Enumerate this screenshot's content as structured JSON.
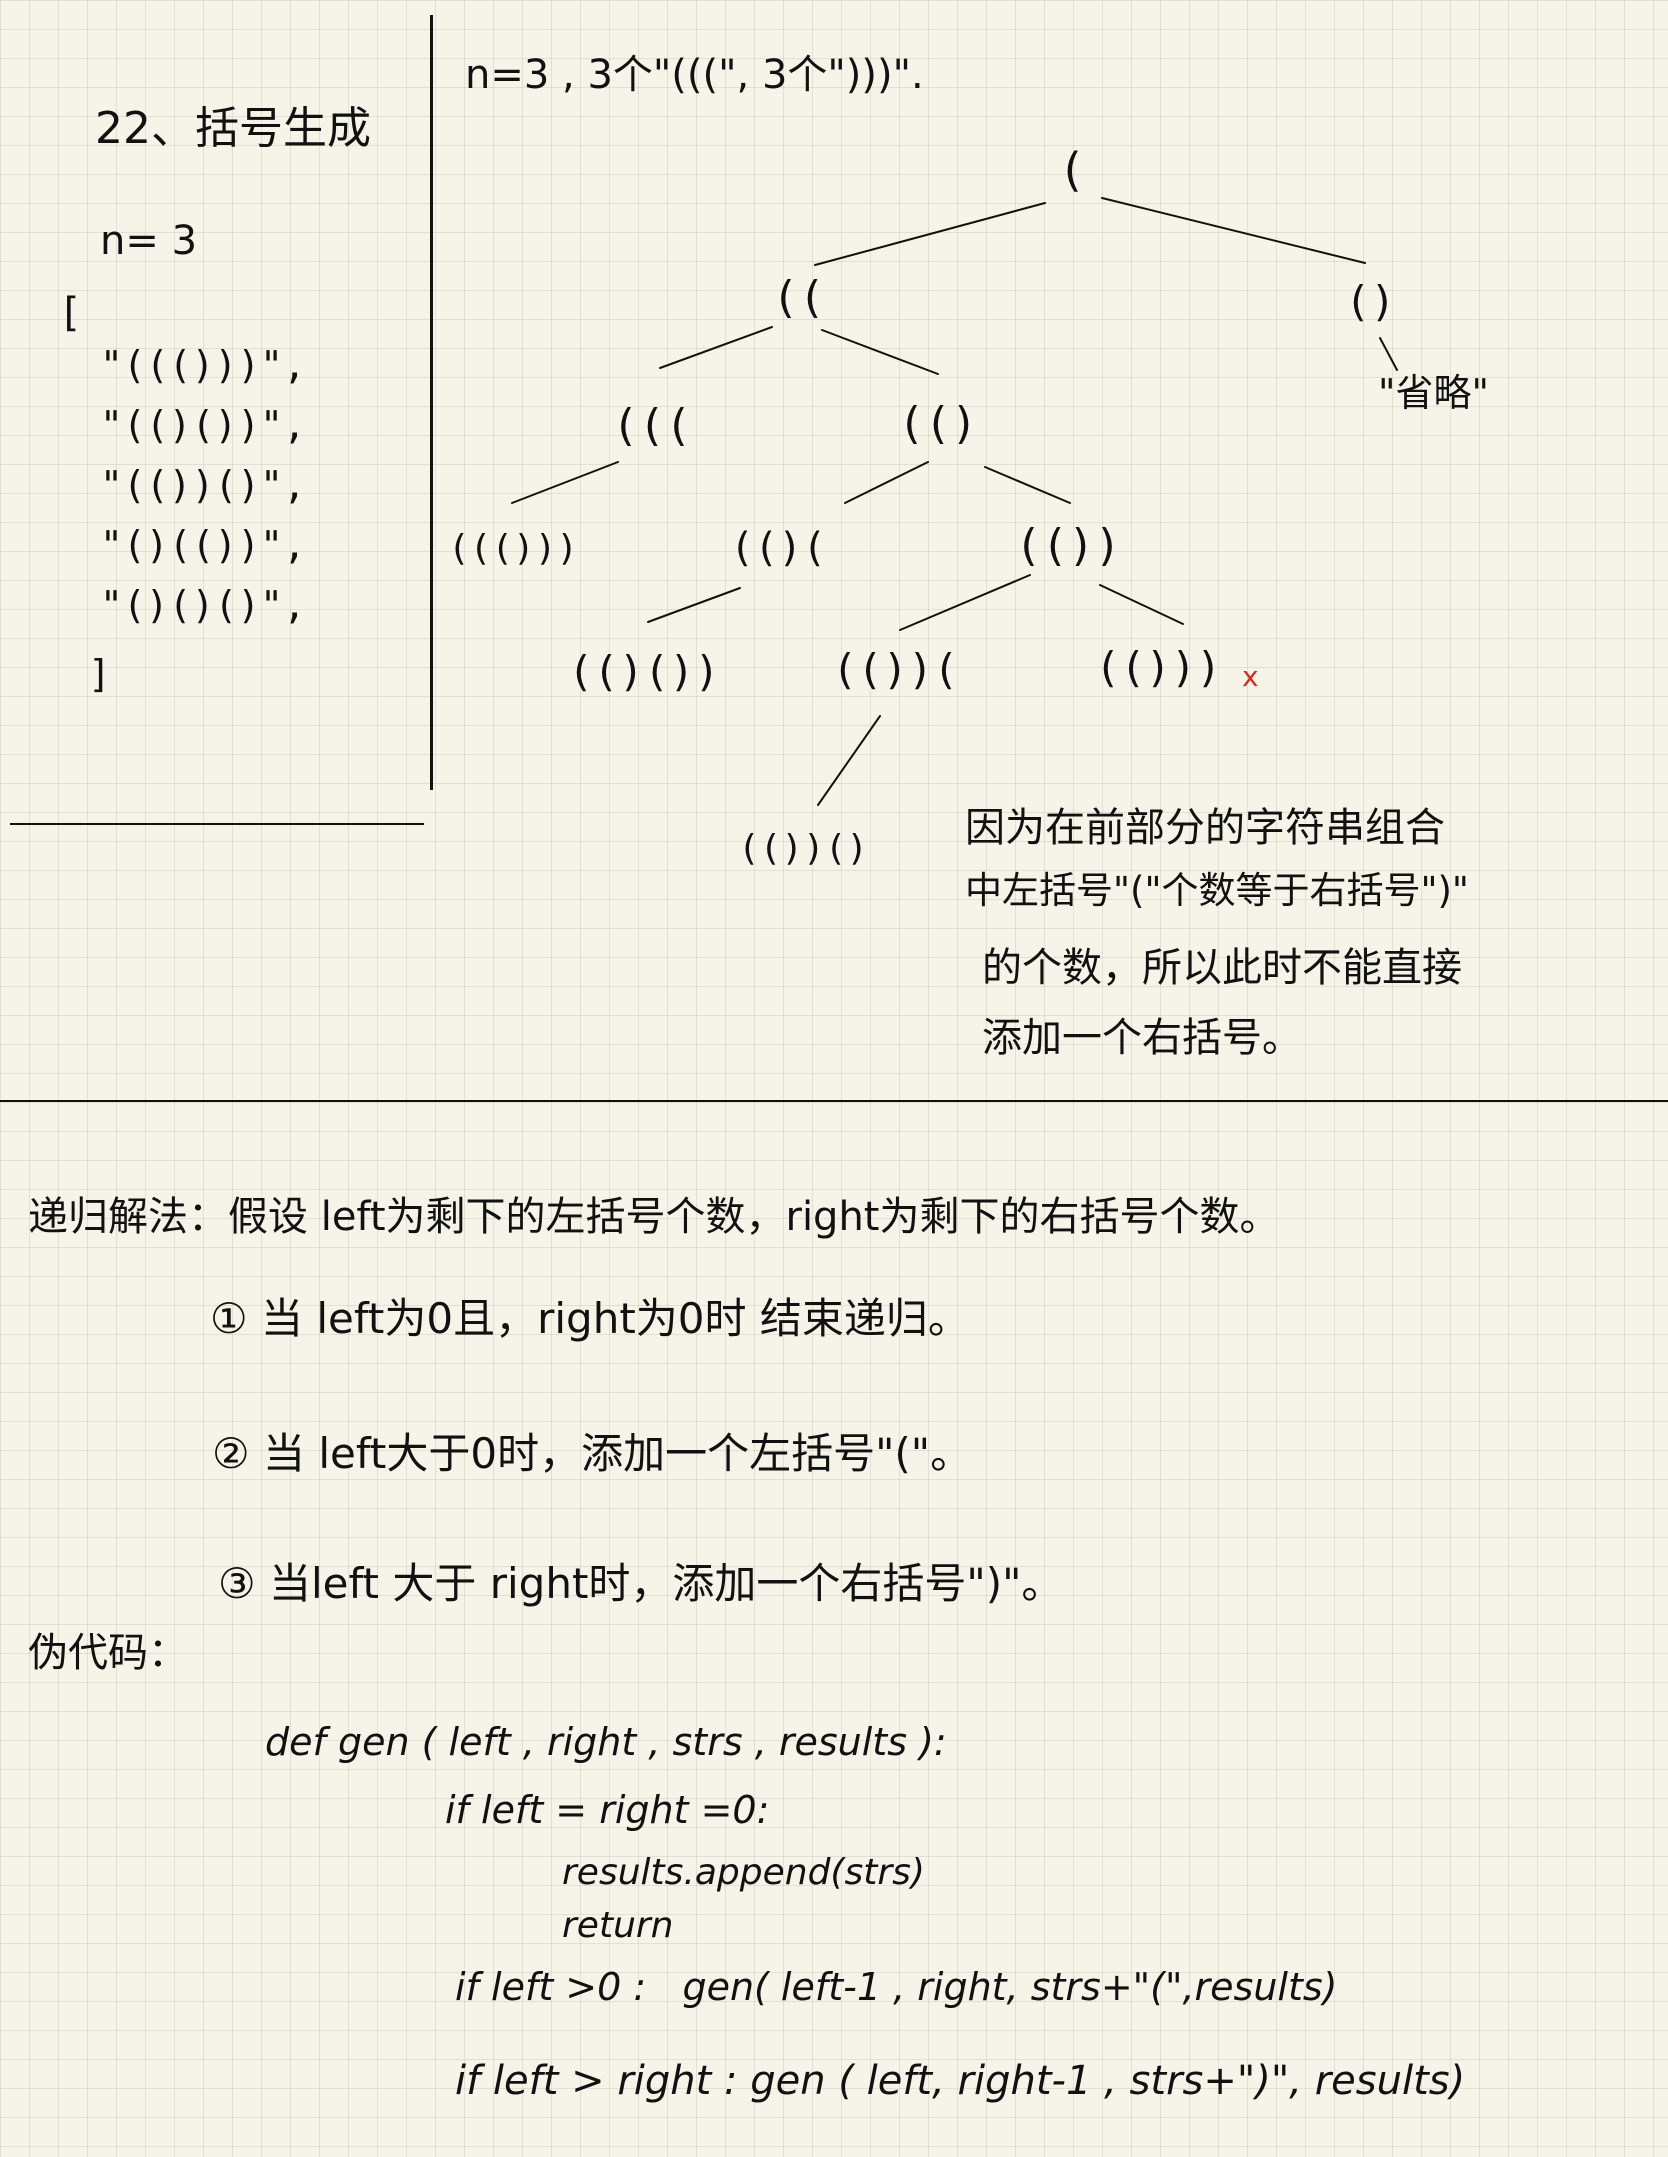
{
  "left_panel": {
    "title": "22、括号生成",
    "n_line": "n= 3",
    "open_bracket": "[",
    "results": [
      "\"((()))\",",
      "\"(()())\",",
      "\"(())()\",",
      "\"()(())\",",
      "\"()()()\","
    ],
    "close_bracket": "]"
  },
  "tree": {
    "header": "n=3 , 3个\"(((\", 3个\")))\".",
    "nodes": {
      "root": "(",
      "n_cc": "((",
      "n_pair": "()",
      "n_omit": "\"省略\"",
      "n_ccc": "(((",
      "n_ccp": "(()",
      "n_full1": "((()))",
      "n_ccpc": "(()(",
      "n_ccpp": "(())",
      "n_full2": "(()())",
      "n_ccppc": "(())(",
      "n_invalid": "(()))",
      "n_full3": "(())()"
    },
    "invalid_mark": "x",
    "note": [
      "因为在前部分的字符串组合",
      "中左括号\"(\"个数等于右括号\")\"",
      "的个数，所以此时不能直接",
      "添加一个右括号。"
    ]
  },
  "solution": {
    "intro": "递归解法：假设 left为剩下的左括号个数，right为剩下的右括号个数。",
    "rules": [
      "① 当 left为0且，right为0时 结束递归。",
      "② 当 left大于0时，添加一个左括号\"(\"。",
      "③ 当left 大于 right时，添加一个右括号\")\"。"
    ],
    "pseudo_label": "伪代码：",
    "code": [
      "def gen ( left , right , strs , results ):",
      "if left = right =0:",
      "results.append(strs)",
      "return",
      "if left >0 :   gen( left-1 , right, strs+\"(\",results)",
      "if left > right : gen ( left, right-1 , strs+\")\", results)"
    ]
  },
  "colors": {
    "ink": "#111111",
    "mark": "#d42a2a",
    "paper": "#f6f4e8"
  }
}
